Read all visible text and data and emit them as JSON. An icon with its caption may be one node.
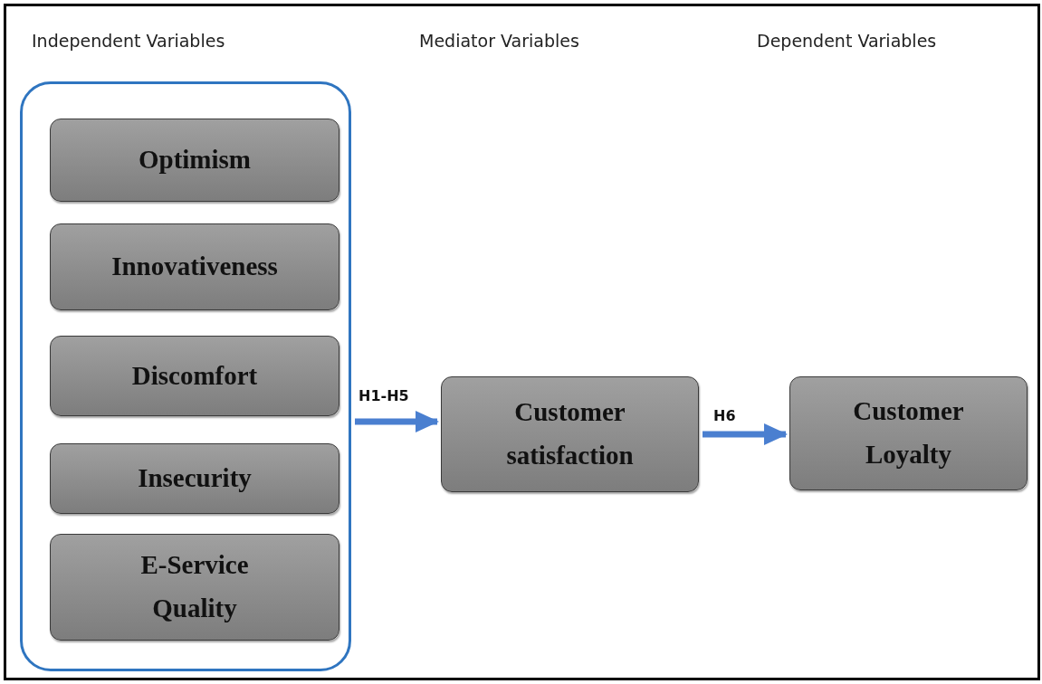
{
  "diagram": {
    "nodes": [
      {
        "text": [],
        "shape": "box"
      },
      {
        "text": [
          "Optimism"
        ],
        "in": 0
      },
      {
        "text": [
          "Innovativeness"
        ],
        "in": 0
      },
      {
        "text": [
          "Discomfort"
        ],
        "in": 0
      },
      {
        "text": [
          "Insecurity"
        ],
        "in": 0
      },
      {
        "text": [
          "E-Service Quality"
        ],
        "in": 0
      },
      {
        "text": [
          "Customer satisfaction"
        ]
      },
      {
        "text": [
          "Customer Loyalty"
        ]
      }
    ],
    "edges": [
      {
        "from": 0,
        "to": 6,
        "arrow": "to",
        "label": "H1-H5"
      },
      {
        "from": 6,
        "to": 7,
        "arrow": "to",
        "label": "H6"
      }
    ],
    "labels": [
      "Independent Variables",
      "Mediator Variables",
      "Dependent Variables"
    ]
  }
}
